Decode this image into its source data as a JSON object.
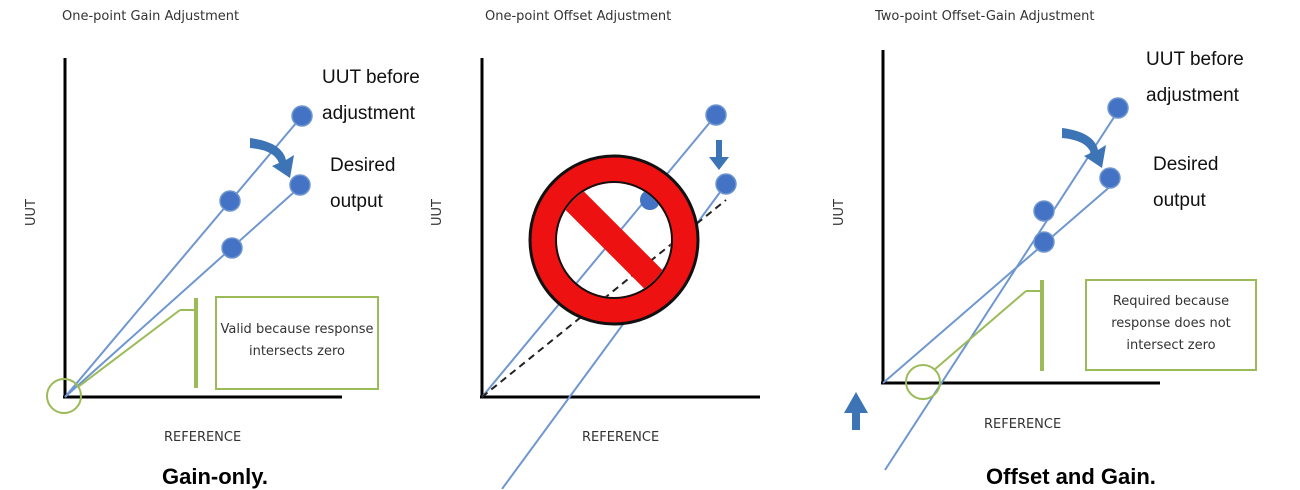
{
  "panels": [
    {
      "title": "One-point Gain Adjustment",
      "y_axis_label": "UUT",
      "x_axis_label": "REFERENCE",
      "annotation_before_1": "UUT before",
      "annotation_before_2": "adjustment",
      "annotation_desired_1": "Desired",
      "annotation_desired_2": "output",
      "box_line_1": "Valid because response",
      "box_line_2": "intersects zero",
      "caption": "Gain-only."
    },
    {
      "title": "One-point Offset Adjustment",
      "y_axis_label": "UUT",
      "x_axis_label": "REFERENCE",
      "prohibited_icon": "no-symbol-icon"
    },
    {
      "title": "Two-point Offset-Gain Adjustment",
      "y_axis_label": "UUT",
      "x_axis_label": "REFERENCE",
      "annotation_before_1": "UUT before",
      "annotation_before_2": "adjustment",
      "annotation_desired_1": "Desired",
      "annotation_desired_2": "output",
      "box_line_1": "Required because",
      "box_line_2": "response does not",
      "box_line_3": "intersect zero",
      "caption": "Offset and Gain."
    }
  ],
  "colors": {
    "line_blue": "#6f97cf",
    "point_fill": "#4472c4",
    "arrow_blue": "#3d74b6",
    "callout_green": "#9bbb59",
    "prohibit_red": "#ee1111"
  }
}
